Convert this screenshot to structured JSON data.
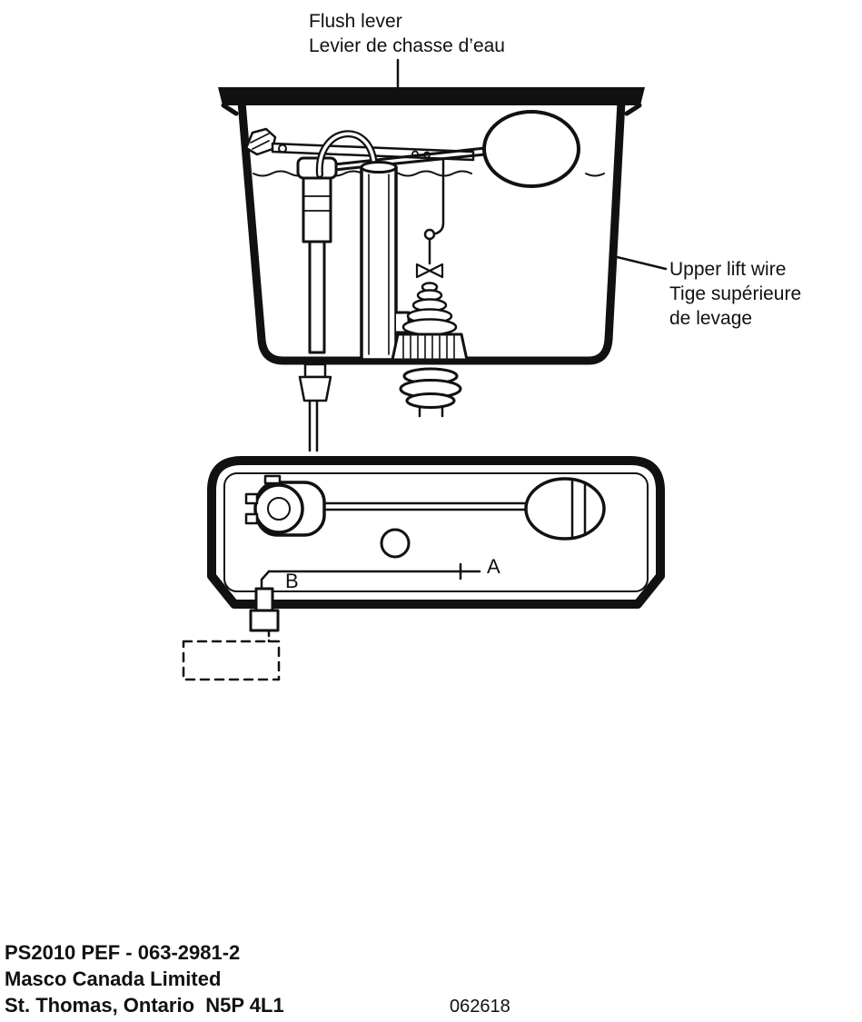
{
  "page": {
    "ink": "#111111",
    "background": "#ffffff"
  },
  "labels": {
    "flush_lever": {
      "en": "Flush lever",
      "fr": "Levier de chasse d’eau"
    },
    "upper_lift_wire": {
      "en": "Upper lift wire",
      "fr_line1": "Tige supérieure",
      "fr_line2": "de levage"
    },
    "point_a": "A",
    "point_b": "B"
  },
  "footer": {
    "model_number": "PS2010 PEF - 063-2981-2",
    "company": "Masco Canada Limited",
    "address": "St. Thomas, Ontario  N5P 4L1",
    "code": "062618"
  }
}
